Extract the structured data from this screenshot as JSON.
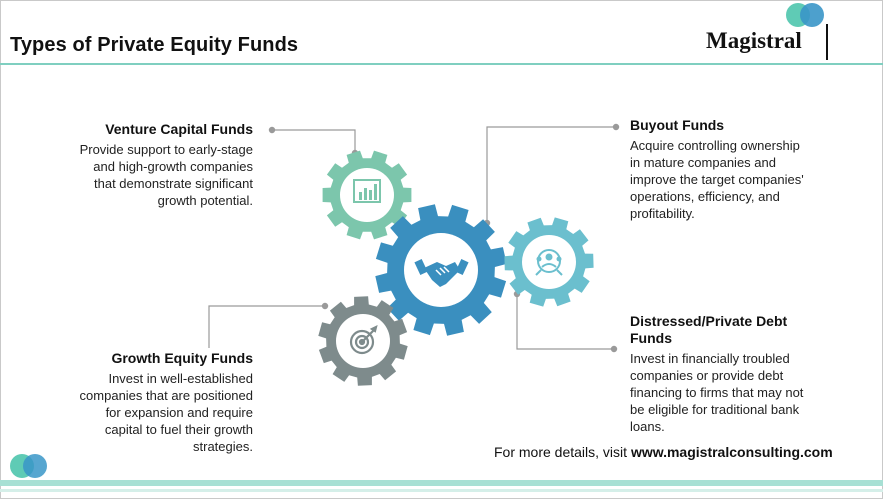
{
  "header": {
    "title": "Types of Private Equity Funds",
    "logo_text": "Magistral"
  },
  "colors": {
    "accent_teal": "#7cc6ac",
    "accent_blue": "#3a8fbf",
    "accent_cyan": "#6bbfce",
    "accent_gray": "#7e8b8c"
  },
  "funds": {
    "venture": {
      "title": "Venture Capital Funds",
      "lines": [
        "Provide support to early-stage",
        "and high-growth companies",
        "that demonstrate significant",
        "growth potential."
      ],
      "icon": "bar-chart-icon"
    },
    "buyout": {
      "title": "Buyout Funds",
      "lines": [
        "Acquire controlling ownership",
        "in mature companies and",
        "improve the target companies'",
        "operations, efficiency, and",
        "profitability."
      ],
      "icon": "handshake-icon"
    },
    "growth": {
      "title": "Growth Equity Funds",
      "lines": [
        "Invest in well-established",
        "companies that are positioned",
        "for expansion and require",
        "capital to fuel their growth",
        "strategies."
      ],
      "icon": "target-icon"
    },
    "distressed": {
      "title_lines": [
        "Distressed/Private Debt",
        "Funds"
      ],
      "lines": [
        "Invest in financially troubled",
        "companies or provide debt",
        "financing to firms that may not",
        "be eligible for traditional bank",
        "loans."
      ],
      "icon": "people-search-icon"
    }
  },
  "footer": {
    "prefix": "For more details, visit ",
    "url": "www.magistralconsulting.com"
  }
}
